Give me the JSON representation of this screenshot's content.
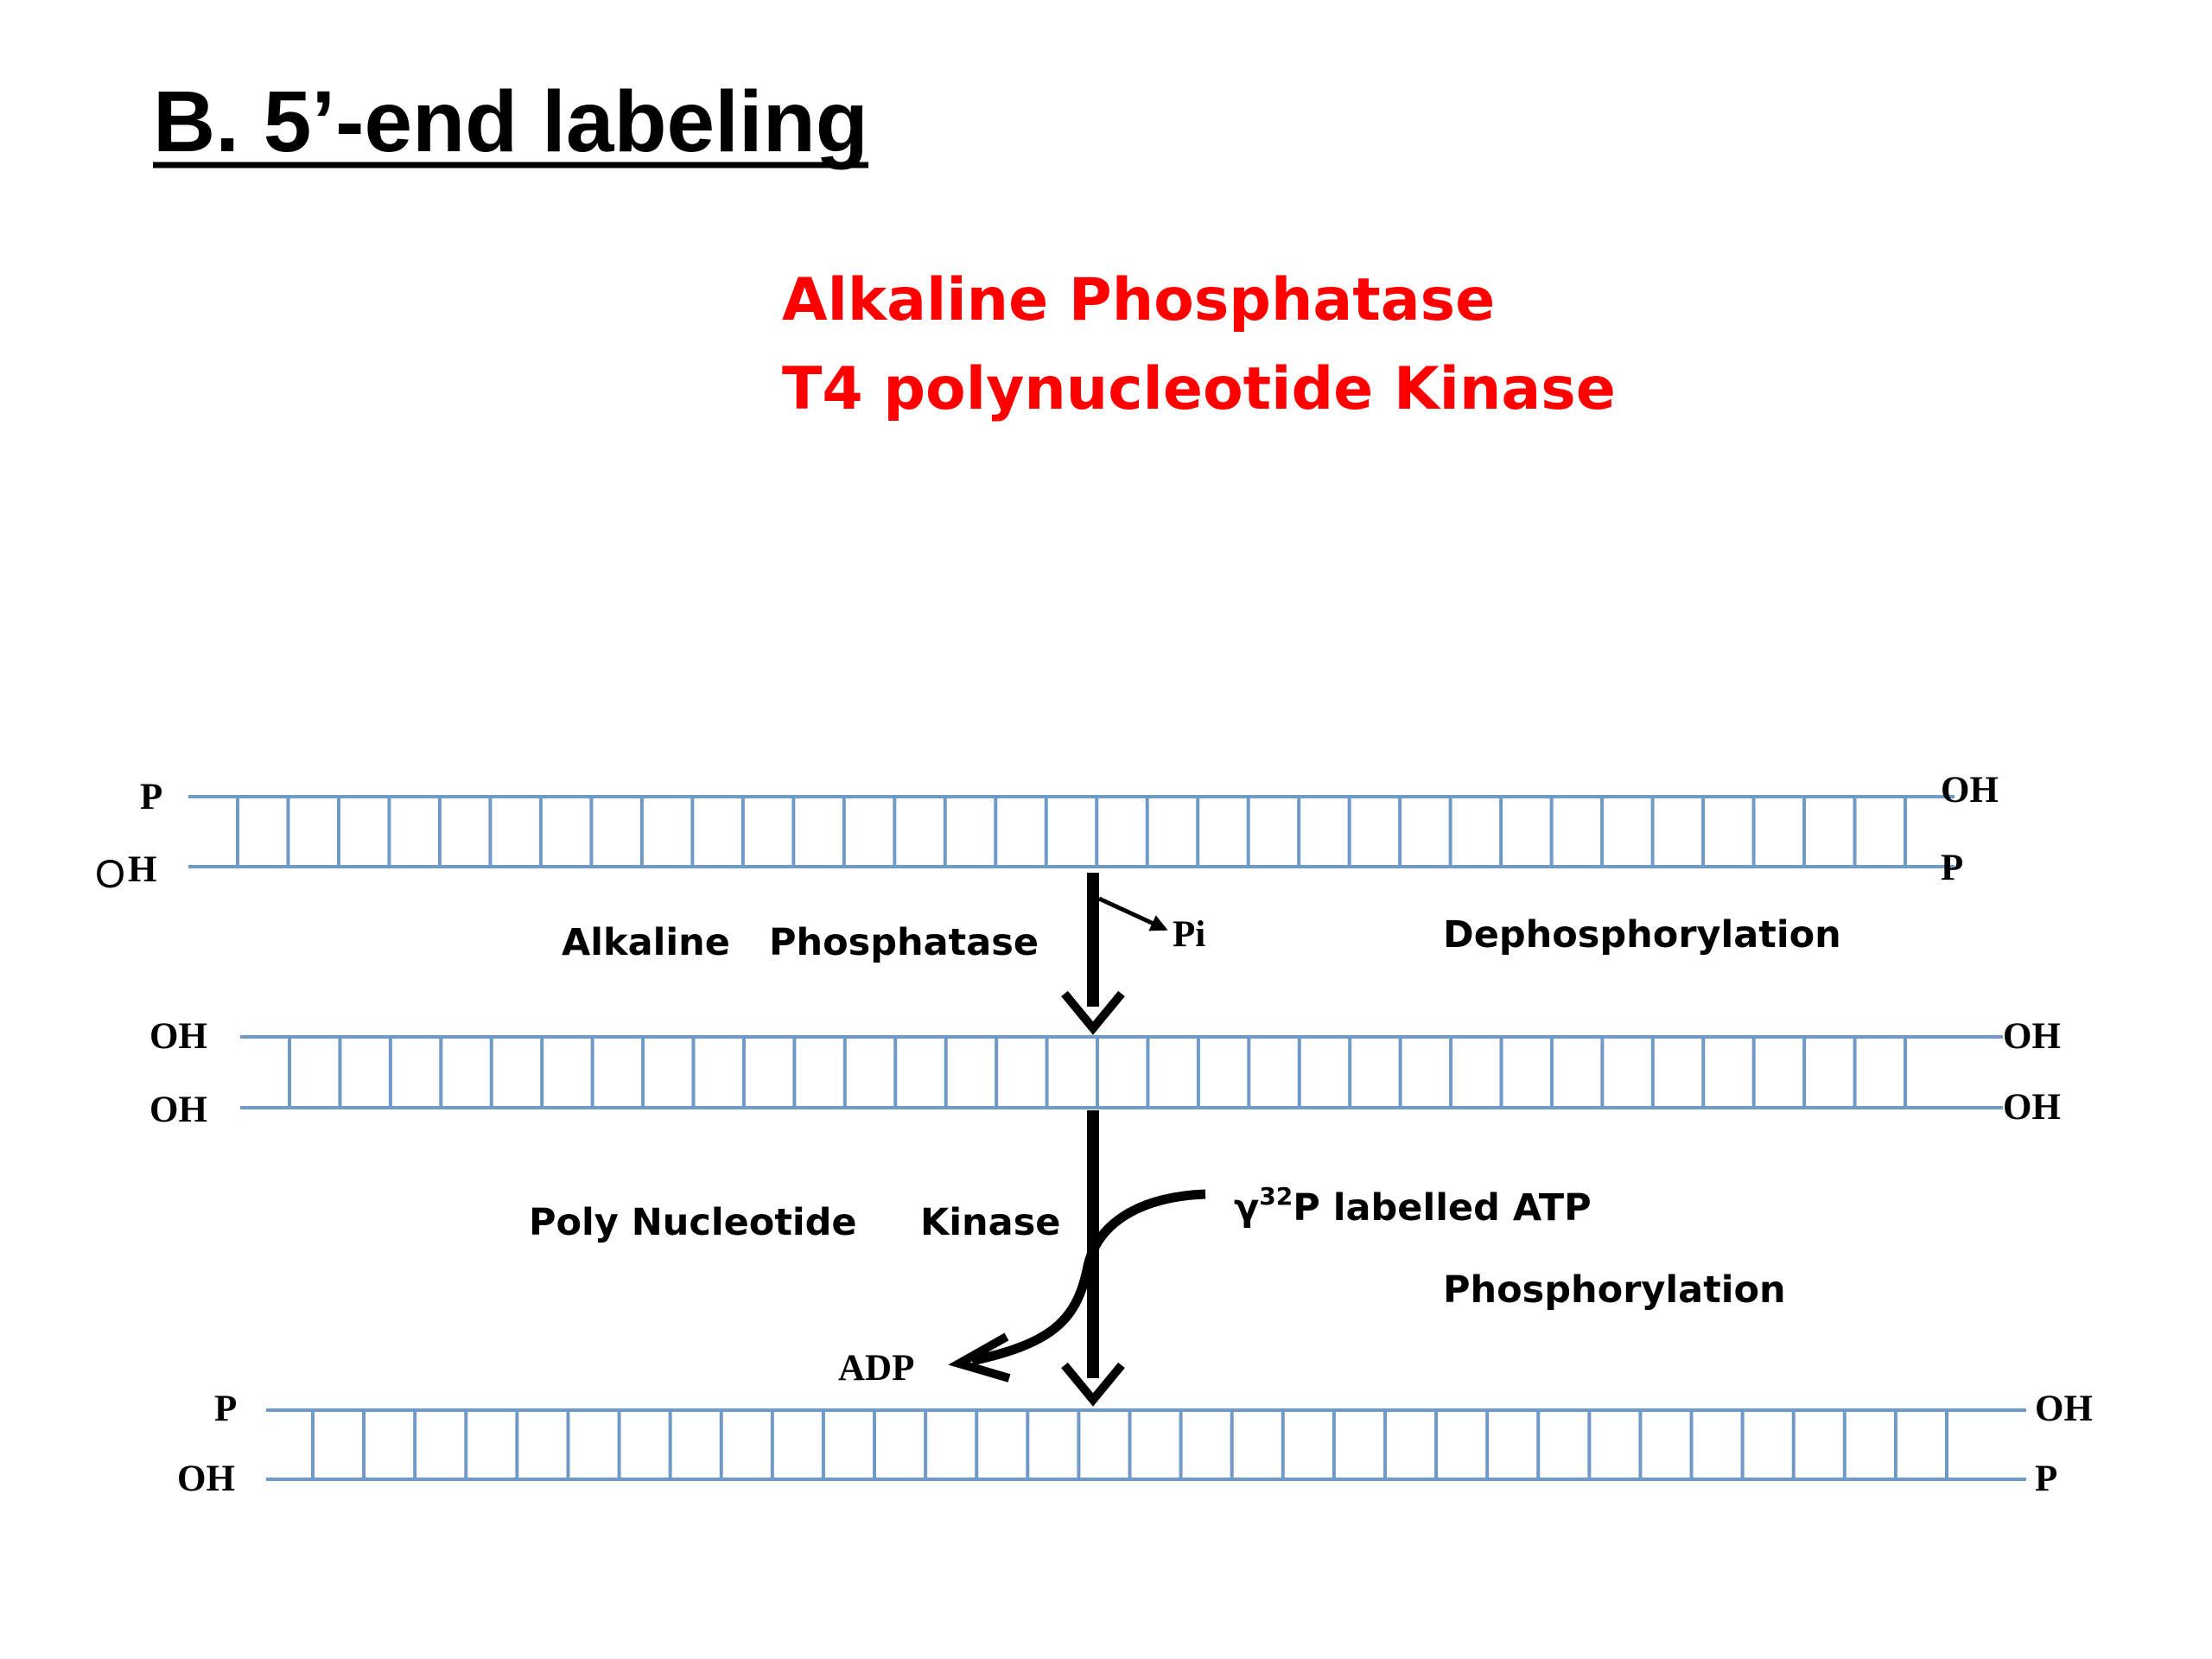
{
  "slide": {
    "title": "B. 5’-end labeling",
    "enzymes": {
      "line1": "Alkaline Phosphatase",
      "line2": "T4 polynucleotide Kinase",
      "color": "#ff0000"
    }
  },
  "colors": {
    "strand": "#6f9ac7",
    "arrow": "#000000"
  },
  "strands": {
    "top": {
      "upper_left": "P",
      "upper_right": "OH",
      "lower_left_o": "O",
      "lower_left_h": "H",
      "lower_right": "P"
    },
    "middle": {
      "upper_left": "OH",
      "upper_right": "OH",
      "lower_left": "OH",
      "lower_right": "OH"
    },
    "bottom": {
      "upper_left": "P",
      "upper_right": "OH",
      "lower_left": "OH",
      "lower_right": "P"
    }
  },
  "step1": {
    "enzyme_word1": "Alkaline",
    "enzyme_word2": "Phosphatase",
    "byproduct": "Pi",
    "process": "Dephosphorylation"
  },
  "step2": {
    "enzyme_word1": "Poly Nucleotide",
    "enzyme_word2": "Kinase",
    "donor_prefix": "γ",
    "donor_sup": "32",
    "donor_suffix": "P labelled ATP",
    "byproduct": "ADP",
    "process": "Phosphorylation"
  }
}
